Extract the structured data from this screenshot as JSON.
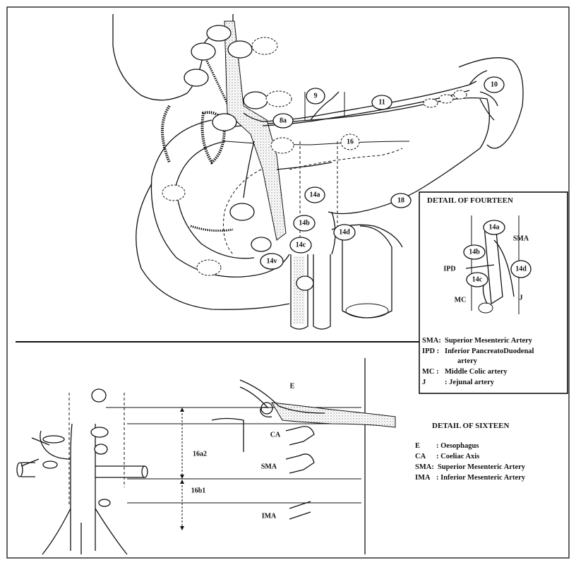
{
  "top_diagram": {
    "station_labels": [
      "9",
      "11",
      "10",
      "8a",
      "16",
      "14a",
      "14b",
      "14d",
      "14c",
      "14v",
      "18"
    ]
  },
  "detail_fourteen": {
    "title": "DETAIL OF FOURTEEN",
    "labels": [
      "14a",
      "SMA",
      "14b",
      "IPD",
      "14c",
      "14d",
      "MC",
      "J"
    ],
    "legend": [
      {
        "abbr": "SMA:",
        "text": "Superior Mesenteric Artery"
      },
      {
        "abbr": "IPD :",
        "text": "Inferior PancreatoDuodenal"
      },
      {
        "abbr": "",
        "text": "artery"
      },
      {
        "abbr": "MC  :",
        "text": "Middle Colic artery"
      },
      {
        "abbr": "J",
        "text": ": Jejunal artery"
      }
    ]
  },
  "detail_sixteen": {
    "title": "DETAIL OF SIXTEEN",
    "labels": [
      "E",
      "CA",
      "SMA",
      "IMA",
      "16a2",
      "16b1"
    ],
    "legend": [
      {
        "abbr": "E",
        "text": ": Oesophagus"
      },
      {
        "abbr": "CA",
        "text": ": Coeliac Axis"
      },
      {
        "abbr": "SMA:",
        "text": "Superior Mesenteric Artery"
      },
      {
        "abbr": "IMA",
        "text": ": Inferior Mesenteric Artery"
      }
    ]
  }
}
